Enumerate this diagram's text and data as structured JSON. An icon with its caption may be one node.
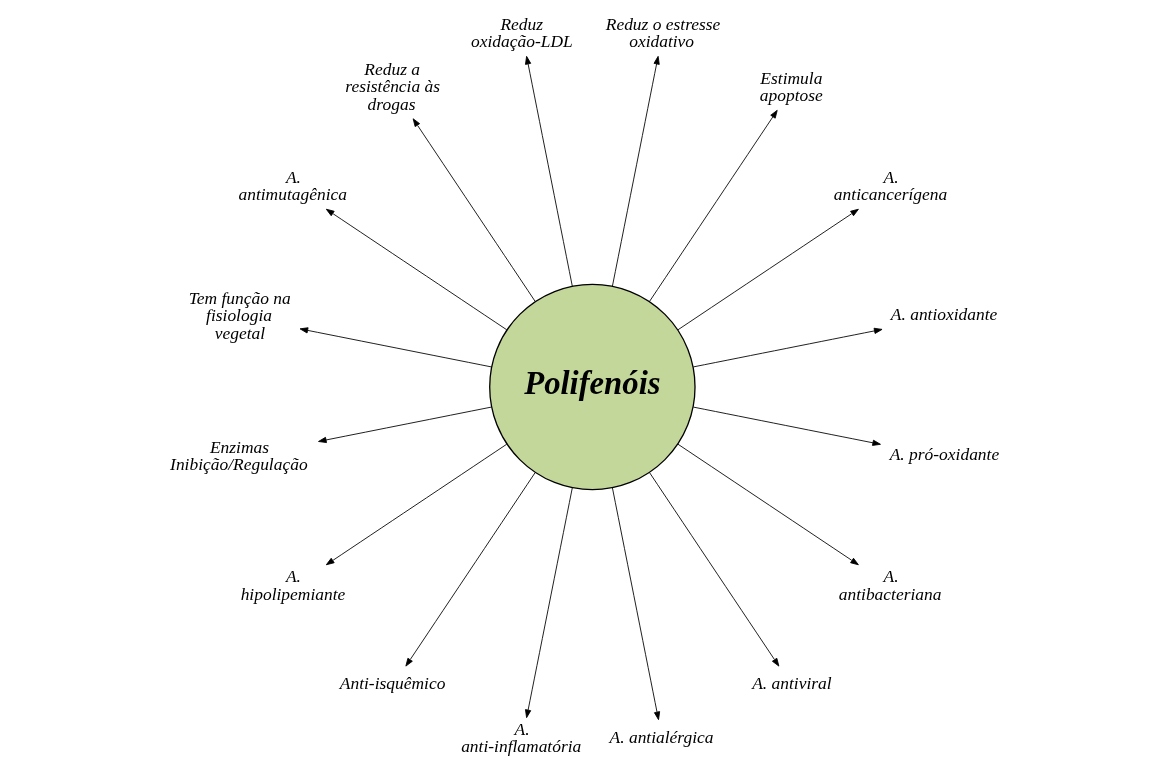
{
  "diagram": {
    "nodes": [
      {
        "text": [
          "Polifenóis"
        ]
      },
      {
        "text": [
          "A. antioxidante"
        ]
      },
      {
        "text": [
          "A. anticancerígena"
        ]
      },
      {
        "text": [
          "Estimula apoptose"
        ]
      },
      {
        "text": [
          "Reduz o estresse oxidativo"
        ]
      },
      {
        "text": [
          "Reduz oxidação-LDL"
        ]
      },
      {
        "text": [
          "Reduz a resistência às drogas"
        ]
      },
      {
        "text": [
          "A. antimutagênica"
        ]
      },
      {
        "text": [
          "Tem função na fisiologia vegetal"
        ]
      },
      {
        "text": [
          "Enzimas Inibição/Regulação"
        ]
      },
      {
        "text": [
          "A. hipolipemiante"
        ]
      },
      {
        "text": [
          "Anti-isquêmico"
        ]
      },
      {
        "text": [
          "A. anti-inflamatória"
        ]
      },
      {
        "text": [
          "A. antialérgica"
        ]
      },
      {
        "text": [
          "A. antiviral"
        ]
      },
      {
        "text": [
          "A. antibacteriana"
        ]
      },
      {
        "text": [
          "A. pró-oxidante"
        ]
      }
    ],
    "edges": [
      {
        "from": 0,
        "to": 1,
        "arrow": "to"
      },
      {
        "from": 0,
        "to": 2,
        "arrow": "to"
      },
      {
        "from": 0,
        "to": 3,
        "arrow": "to"
      },
      {
        "from": 0,
        "to": 4,
        "arrow": "to"
      },
      {
        "from": 0,
        "to": 5,
        "arrow": "to"
      },
      {
        "from": 0,
        "to": 6,
        "arrow": "to"
      },
      {
        "from": 0,
        "to": 7,
        "arrow": "to"
      },
      {
        "from": 0,
        "to": 8,
        "arrow": "to"
      },
      {
        "from": 0,
        "to": 9,
        "arrow": "to"
      },
      {
        "from": 0,
        "to": 10,
        "arrow": "to"
      },
      {
        "from": 0,
        "to": 11,
        "arrow": "to"
      },
      {
        "from": 0,
        "to": 12,
        "arrow": "to"
      },
      {
        "from": 0,
        "to": 13,
        "arrow": "to"
      },
      {
        "from": 0,
        "to": 14,
        "arrow": "to"
      },
      {
        "from": 0,
        "to": 15,
        "arrow": "to"
      },
      {
        "from": 0,
        "to": 16,
        "arrow": "to"
      }
    ]
  }
}
